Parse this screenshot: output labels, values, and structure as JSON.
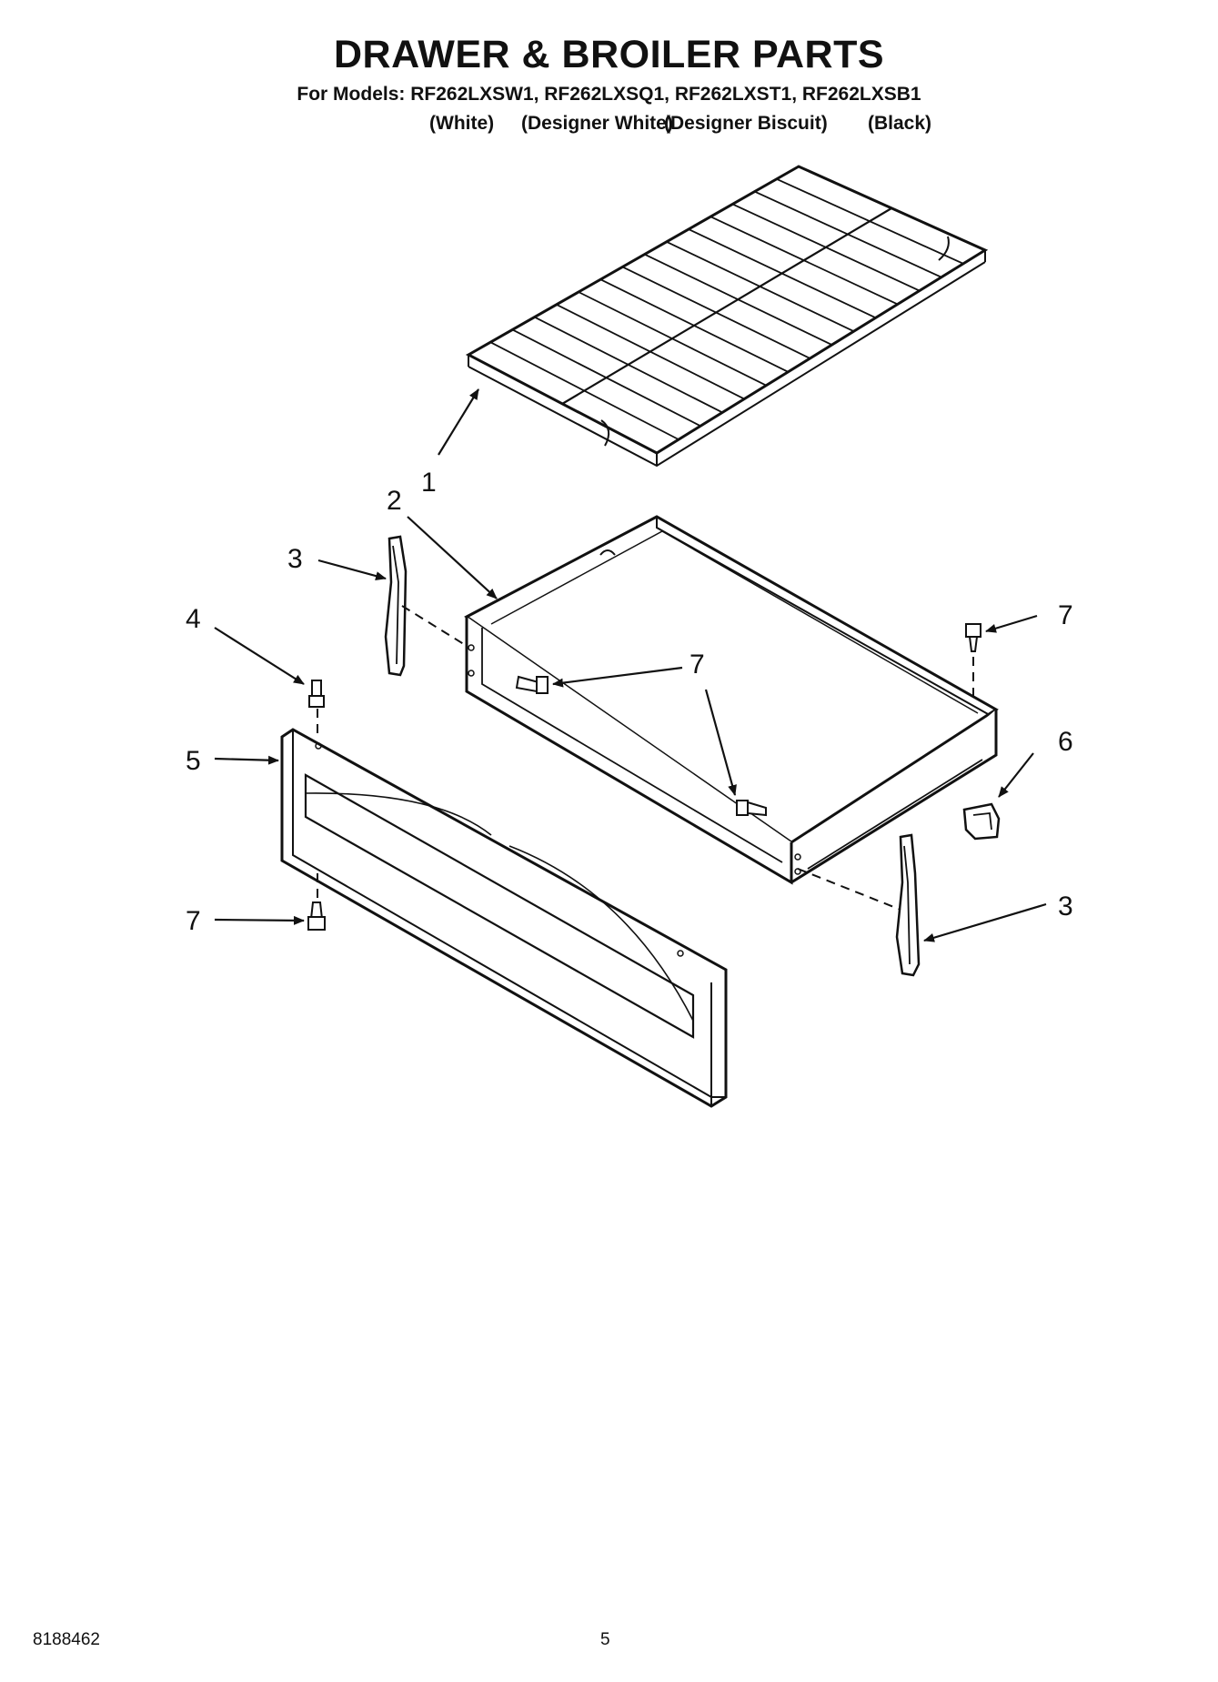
{
  "header": {
    "title": "DRAWER & BROILER PARTS",
    "models_line": "For Models: RF262LXSW1, RF262LXSQ1, RF262LXST1, RF262LXSB1",
    "colors": [
      "(White)",
      "(Designer White)",
      "(Designer Biscuit)",
      "(Black)"
    ]
  },
  "callouts": {
    "c1": "1",
    "c2": "2",
    "c3a": "3",
    "c3b": "3",
    "c4": "4",
    "c5": "5",
    "c6": "6",
    "c7a": "7",
    "c7b": "7",
    "c7c": "7"
  },
  "footer": {
    "doc_number": "8188462",
    "page_number": "5"
  }
}
